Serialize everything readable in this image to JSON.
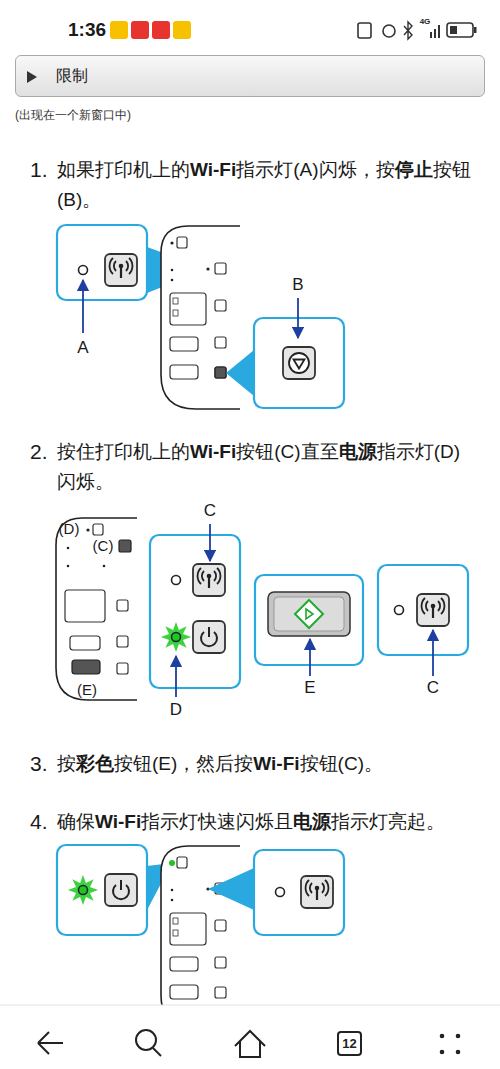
{
  "diagram": {
    "nodes": [
      {
        "text": [
          "限制"
        ]
      },
      {
        "text": [
          "12"
        ]
      }
    ],
    "labels": [
      "1:36",
      "4G",
      "(出现在一个新窗口中)",
      "1.",
      "如果打印机上的",
      "Wi-Fi",
      "指示灯(A)闪烁，按",
      "停止",
      "按钮(B)。",
      "A",
      "B",
      "2.",
      "按住打印机上的",
      "Wi-Fi",
      "按钮(C)直至",
      "电源",
      "指示灯(D)闪烁。",
      "(D)",
      "(C)",
      "(E)",
      "C",
      "D",
      "E",
      "C",
      "3.",
      "按",
      "彩色",
      "按钮(E)，然后按",
      "Wi-Fi",
      "按钮(C)。",
      "4.",
      "确保",
      "Wi-Fi",
      "指示灯快速闪烁且",
      "电源",
      "指示灯亮起。"
    ]
  }
}
